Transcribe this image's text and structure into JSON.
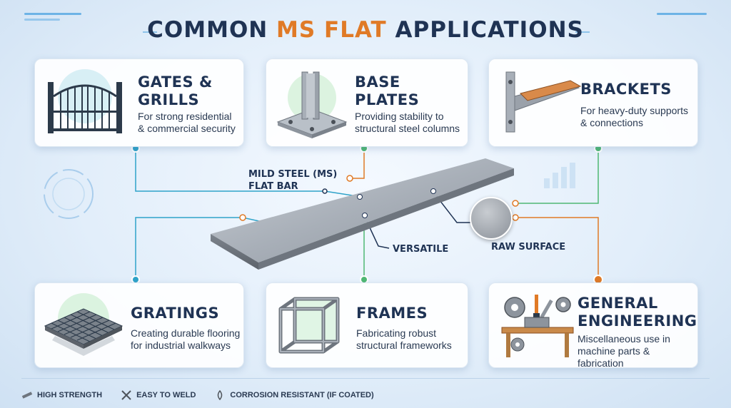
{
  "title": {
    "part1": "COMMON ",
    "accent": "MS FLAT",
    "part2": " APPLICATIONS"
  },
  "colors": {
    "navy": "#1f3354",
    "accent_orange": "#e07a26",
    "teal": "#2fa3c9",
    "green": "#4fb873",
    "card_bg": "#ffffff"
  },
  "cards": {
    "gates": {
      "title": "GATES &\nGRILLS",
      "desc": "For strong residential\n& commercial security",
      "icon": "gate-icon"
    },
    "base_plates": {
      "title": "BASE\nPLATES",
      "desc": "Providing stability to\nstructural steel columns",
      "icon": "base-plate-icon"
    },
    "brackets": {
      "title": "BRACKETS",
      "desc": "For heavy-duty supports\n& connections",
      "icon": "bracket-icon"
    },
    "gratings": {
      "title": "GRATINGS",
      "desc": "Creating durable flooring\nfor industrial walkways",
      "icon": "grating-icon"
    },
    "frames": {
      "title": "FRAMES",
      "desc": "Fabricating robust\nstructural frameworks",
      "icon": "frame-icon"
    },
    "general": {
      "title": "GENERAL\nENGINEERING",
      "desc": "Miscellaneous use in\nmachine parts & fabrication",
      "icon": "workbench-icon"
    }
  },
  "center": {
    "bar_label": "MILD STEEL (MS)\nFLAT BAR",
    "versatile_label": "VERSATILE",
    "surface_label": "RAW SURFACE"
  },
  "footer": [
    {
      "label": "HIGH STRENGTH",
      "icon": "strength-icon"
    },
    {
      "label": "EASY TO WELD",
      "icon": "tools-icon"
    },
    {
      "label": "CORROSION RESISTANT (IF COATED)",
      "icon": "coating-icon"
    }
  ]
}
